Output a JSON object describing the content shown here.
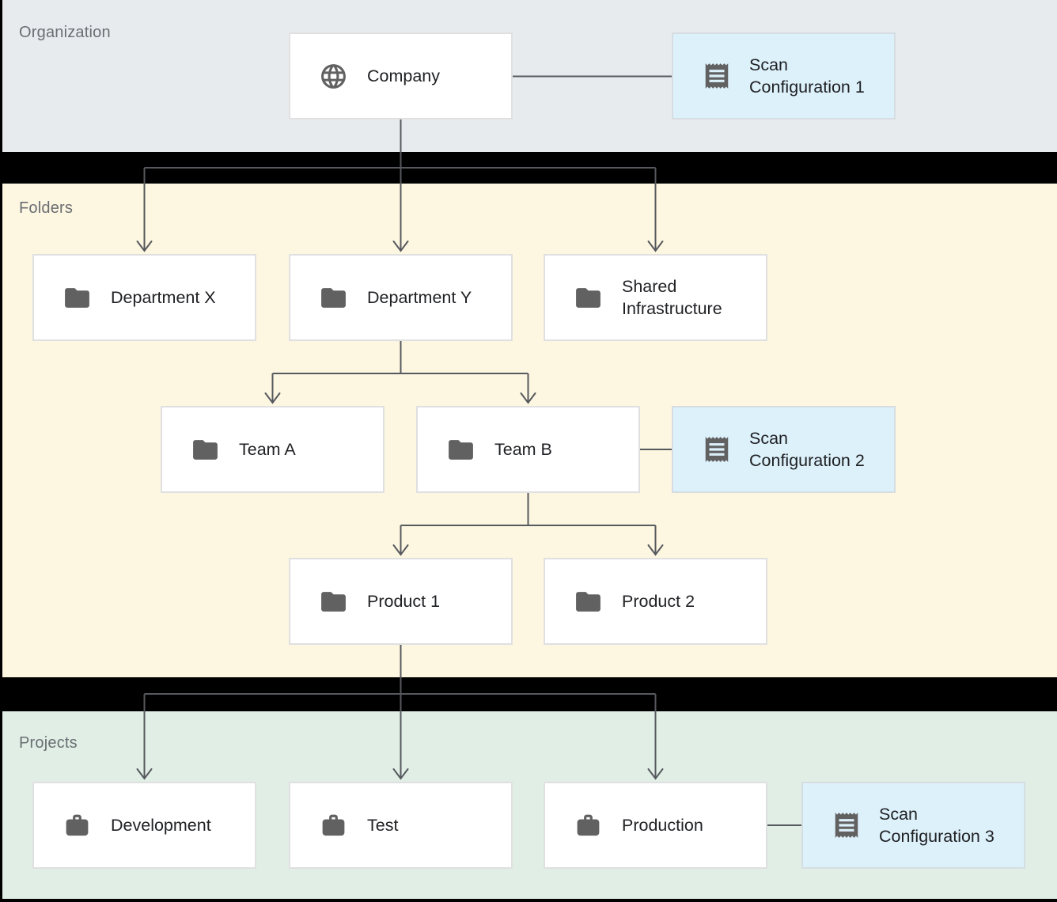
{
  "diagram": {
    "sections": [
      {
        "id": "organization",
        "label": "Organization"
      },
      {
        "id": "folders",
        "label": "Folders"
      },
      {
        "id": "projects",
        "label": "Projects"
      }
    ],
    "nodes": [
      {
        "id": "company",
        "label": "Company",
        "icon": "globe-icon",
        "section": "organization"
      },
      {
        "id": "scan-config-1",
        "label": "Scan Configuration 1",
        "icon": "receipt-icon",
        "section": "organization",
        "kind": "scan-configuration"
      },
      {
        "id": "department-x",
        "label": "Department X",
        "icon": "folder-icon",
        "section": "folders"
      },
      {
        "id": "department-y",
        "label": "Department Y",
        "icon": "folder-icon",
        "section": "folders"
      },
      {
        "id": "shared-infrastructure",
        "label": "Shared Infrastructure",
        "icon": "folder-icon",
        "section": "folders"
      },
      {
        "id": "team-a",
        "label": "Team A",
        "icon": "folder-icon",
        "section": "folders"
      },
      {
        "id": "team-b",
        "label": "Team B",
        "icon": "folder-icon",
        "section": "folders"
      },
      {
        "id": "scan-config-2",
        "label": "Scan Configuration 2",
        "icon": "receipt-icon",
        "section": "folders",
        "kind": "scan-configuration"
      },
      {
        "id": "product-1",
        "label": "Product 1",
        "icon": "folder-icon",
        "section": "folders"
      },
      {
        "id": "product-2",
        "label": "Product 2",
        "icon": "folder-icon",
        "section": "folders"
      },
      {
        "id": "development",
        "label": "Development",
        "icon": "briefcase-icon",
        "section": "projects"
      },
      {
        "id": "test",
        "label": "Test",
        "icon": "briefcase-icon",
        "section": "projects"
      },
      {
        "id": "production",
        "label": "Production",
        "icon": "briefcase-icon",
        "section": "projects"
      },
      {
        "id": "scan-config-3",
        "label": "Scan Configuration 3",
        "icon": "receipt-icon",
        "section": "projects",
        "kind": "scan-configuration"
      }
    ],
    "edges": [
      {
        "from": "company",
        "to": "scan-config-1",
        "type": "association"
      },
      {
        "from": "company",
        "to": "department-x",
        "type": "hierarchy"
      },
      {
        "from": "company",
        "to": "department-y",
        "type": "hierarchy"
      },
      {
        "from": "company",
        "to": "shared-infrastructure",
        "type": "hierarchy"
      },
      {
        "from": "department-y",
        "to": "team-a",
        "type": "hierarchy"
      },
      {
        "from": "department-y",
        "to": "team-b",
        "type": "hierarchy"
      },
      {
        "from": "team-b",
        "to": "scan-config-2",
        "type": "association"
      },
      {
        "from": "team-b",
        "to": "product-1",
        "type": "hierarchy"
      },
      {
        "from": "team-b",
        "to": "product-2",
        "type": "hierarchy"
      },
      {
        "from": "product-1",
        "to": "development",
        "type": "hierarchy"
      },
      {
        "from": "product-1",
        "to": "test",
        "type": "hierarchy"
      },
      {
        "from": "product-1",
        "to": "production",
        "type": "hierarchy"
      }
    ],
    "colors": {
      "organization_band": "#e8ebee",
      "folders_band": "#fdf6e1",
      "projects_band": "#e0eee6",
      "separator": "#000000",
      "node_background": "#ffffff",
      "node_border": "#e0e0e0",
      "scan_config_background": "#ddf1fb",
      "scan_config_border": "#d6dde2",
      "connector": "#56595d",
      "icon": "#616161",
      "node_text": "#202124",
      "section_label_text": "#6a6e72"
    }
  }
}
